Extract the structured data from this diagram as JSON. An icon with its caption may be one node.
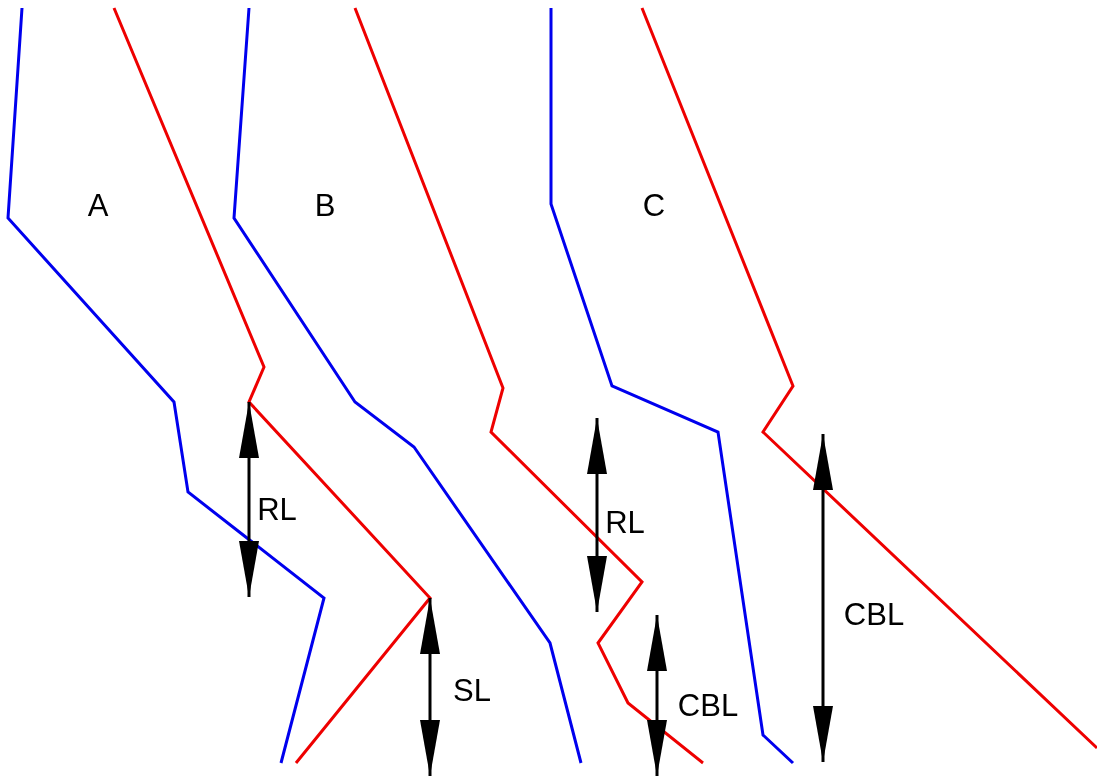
{
  "diagram": {
    "labels": [
      "A",
      "B",
      "C",
      "RL",
      "RL",
      "CBL",
      "SL",
      "CBL"
    ]
  }
}
